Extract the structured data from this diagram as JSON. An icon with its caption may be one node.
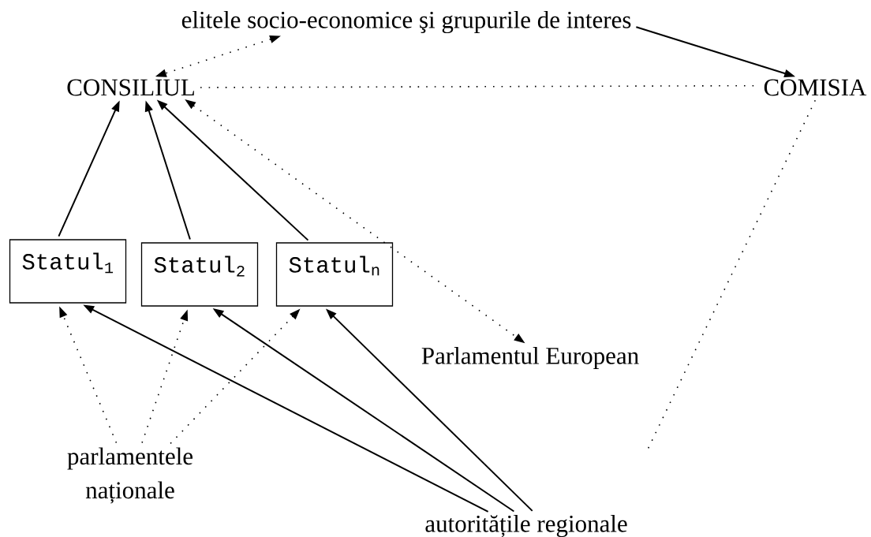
{
  "diagram": {
    "nodes": [
      {
        "text": [
          "elitele socio-economice şi grupurile de interes"
        ]
      },
      {
        "text": [
          "CONSILIUL"
        ]
      },
      {
        "text": [
          "COMISIA"
        ]
      },
      {
        "text": [
          "Statul$_{1}$"
        ]
      },
      {
        "text": [
          "Statul$_{2}$"
        ]
      },
      {
        "text": [
          "Statul$_{n}$"
        ]
      },
      {
        "text": [
          "Parlamentul European"
        ]
      },
      {
        "text": [
          "parlamentele naționale"
        ]
      },
      {
        "text": [
          "autoritățile regionale"
        ]
      }
    ],
    "edges": [
      {
        "from": 0,
        "to": 2,
        "arrow": "to"
      },
      {
        "from": 0,
        "to": 1,
        "arrow": "both",
        "style": "dashed"
      },
      {
        "from": 1,
        "to": 2,
        "arrow": "none",
        "style": "dashed"
      },
      {
        "from": 1,
        "to": 6,
        "arrow": "both",
        "style": "dashed"
      },
      {
        "from": 3,
        "to": 1,
        "arrow": "to"
      },
      {
        "from": 4,
        "to": 1,
        "arrow": "to"
      },
      {
        "from": 5,
        "to": 1,
        "arrow": "to"
      },
      {
        "from": 7,
        "to": 3,
        "arrow": "to",
        "style": "dashed"
      },
      {
        "from": 7,
        "to": 4,
        "arrow": "to",
        "style": "dashed"
      },
      {
        "from": 7,
        "to": 5,
        "arrow": "to",
        "style": "dashed"
      },
      {
        "from": 8,
        "to": 3,
        "arrow": "to"
      },
      {
        "from": 8,
        "to": 4,
        "arrow": "to"
      },
      {
        "from": 8,
        "to": 5,
        "arrow": "to"
      },
      {
        "from": 2,
        "to": null,
        "arrow": "none",
        "style": "dashed"
      }
    ]
  }
}
